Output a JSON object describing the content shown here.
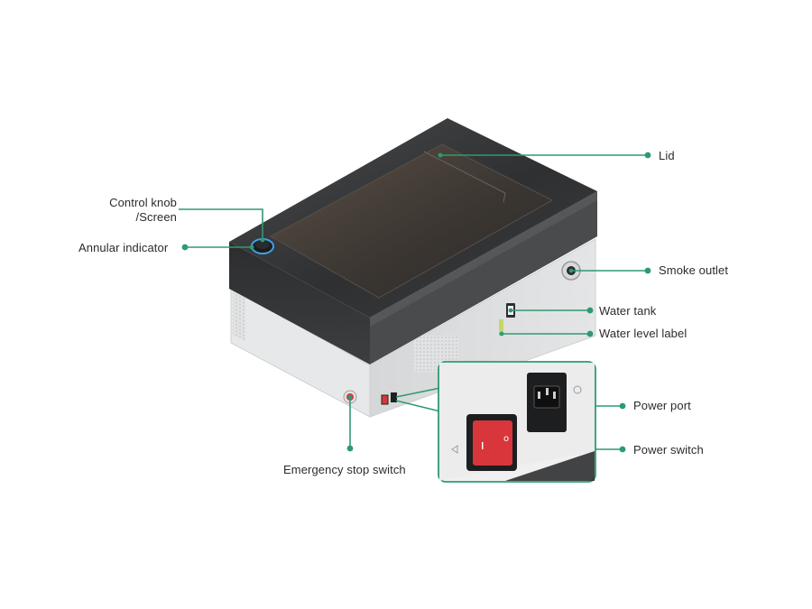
{
  "colors": {
    "callout_line": "#2f9a72",
    "body_dark": "#3a3b3d",
    "body_light": "#e9e9ea",
    "switch_red": "#d8363b"
  },
  "labels": {
    "lid": "Lid",
    "control_knob_line1": "Control knob",
    "control_knob_line2": "/Screen",
    "annular_indicator": "Annular indicator",
    "smoke_outlet": "Smoke outlet",
    "water_tank": "Water tank",
    "water_level_label": "Water level label",
    "power_port": "Power port",
    "power_switch": "Power switch",
    "emergency_stop_switch": "Emergency stop switch"
  }
}
